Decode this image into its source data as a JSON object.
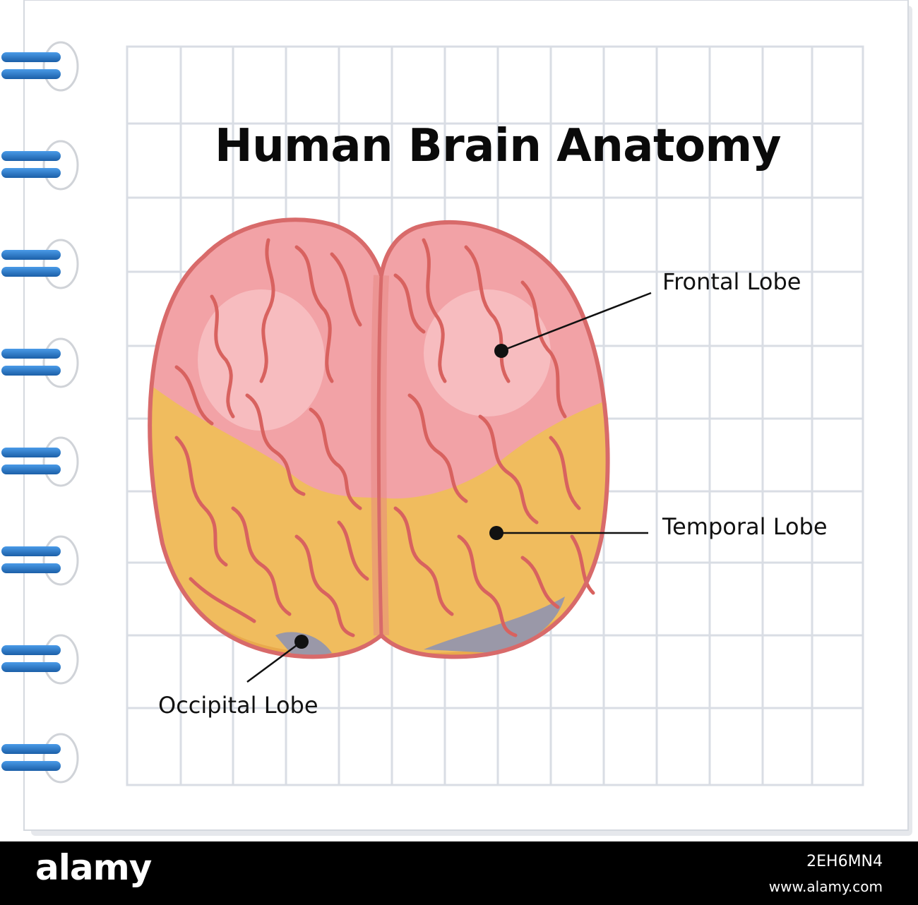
{
  "diagram": {
    "title": "Human Brain Anatomy",
    "labels": {
      "frontal": "Frontal Lobe",
      "temporal": "Temporal Lobe",
      "occipital": "Occipital Lobe"
    }
  },
  "colors": {
    "frontal": "#f2a2a6",
    "temporal": "#f0bc5e",
    "occipital": "#9a98a8",
    "outline": "#d86a6a",
    "grid": "#d9dde4",
    "ring": "#2577c8"
  },
  "watermark": {
    "logo": "alamy",
    "image_id": "2EH6MN4",
    "site": "www.alamy.com"
  }
}
